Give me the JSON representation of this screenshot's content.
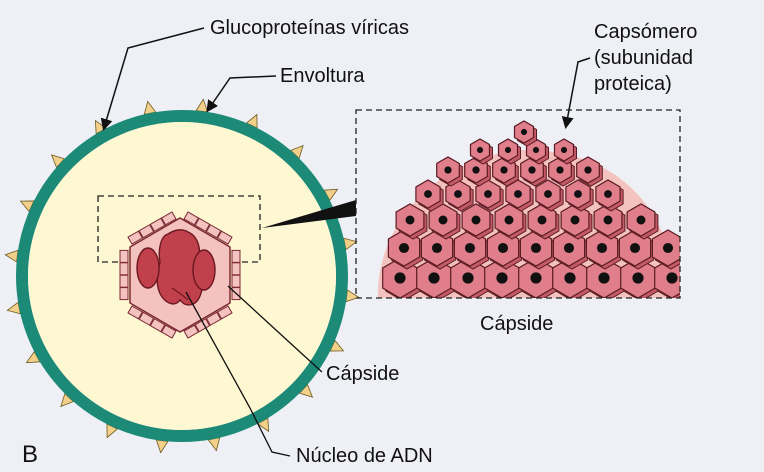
{
  "panel_letter": "B",
  "labels": {
    "glycoproteins": "Glucoproteínas víricas",
    "envelope": "Envoltura",
    "capsomere_line1": "Capsómero",
    "capsomere_line2": "(subunidad",
    "capsomere_line3": "proteica)",
    "capsid_inset": "Cápside",
    "capsid_main": "Cápside",
    "dna_core": "Núcleo de ADN"
  },
  "colors": {
    "background": "#eef0f6",
    "cytoplasm": "#fdf7d2",
    "envelope": "#1d8a78",
    "spike": "#f2d089",
    "capsid_fill": "#f4c2bf",
    "capsomere": "#e07f8b",
    "capsomere_dark": "#c45a67",
    "dna": "#c0404c"
  }
}
